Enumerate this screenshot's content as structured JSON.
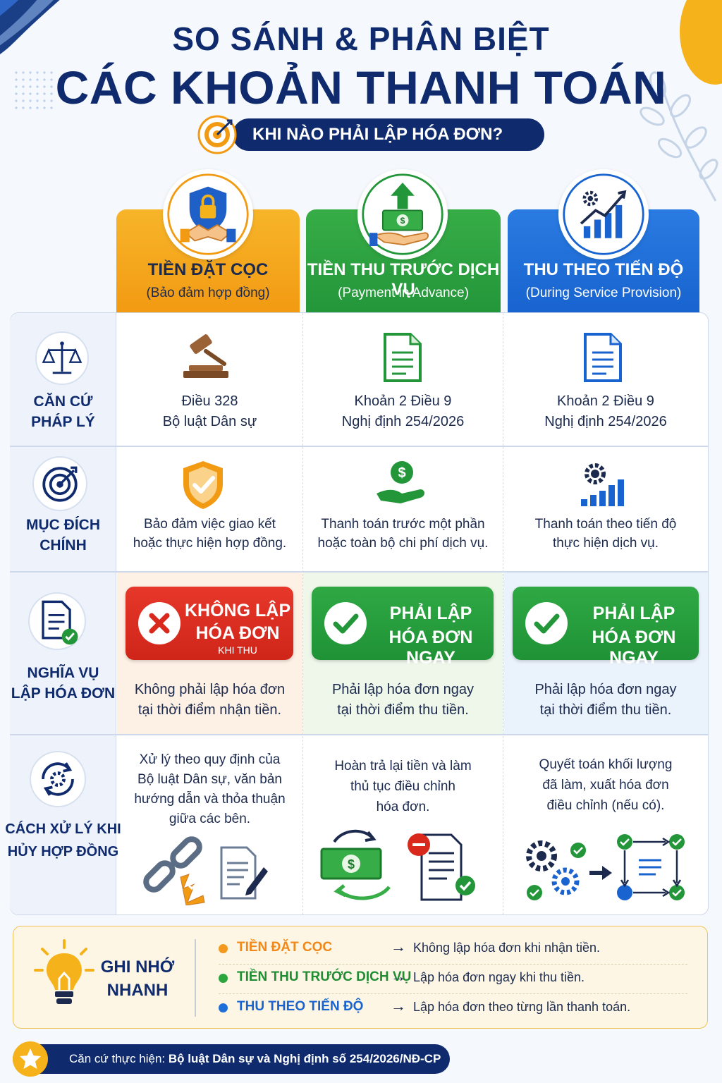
{
  "header": {
    "title_line1": "SO SÁNH & PHÂN BIỆT",
    "title_line2": "CÁC KHOẢN THANH TOÁN",
    "subtitle": "KHI NÀO PHẢI LẬP HÓA ĐƠN?"
  },
  "columns": [
    {
      "title": "TIỀN ĐẶT CỌC",
      "subtitle": "(Bảo đảm hợp đồng)",
      "icon": "shield-lock-handshake-icon"
    },
    {
      "title": "TIỀN THU TRƯỚC DỊCH VỤ",
      "subtitle": "(Payment in Advance)",
      "icon": "money-hand-arrow-icon"
    },
    {
      "title": "THU THEO TIẾN ĐỘ",
      "subtitle": "(During Service Provision)",
      "icon": "growth-chart-gear-icon"
    }
  ],
  "rows": {
    "legal": {
      "label_l1": "CĂN CỨ",
      "label_l2": "PHÁP LÝ",
      "c1_l1": "Điều 328",
      "c1_l2": "Bộ luật Dân sự",
      "c2_l1": "Khoản 2 Điều 9",
      "c2_l2": "Nghị định 254/2026",
      "c3_l1": "Khoản 2 Điều 9",
      "c3_l2": "Nghị định 254/2026"
    },
    "purpose": {
      "label_l1": "MỤC ĐÍCH",
      "label_l2": "CHÍNH",
      "c1_l1": "Bảo đảm việc giao kết",
      "c1_l2": "hoặc thực hiện hợp đồng.",
      "c2_l1": "Thanh toán trước một phần",
      "c2_l2": "hoặc toàn bộ chi phí dịch vụ.",
      "c3_l1": "Thanh toán theo tiến độ",
      "c3_l2": "thực hiện dịch vụ."
    },
    "obligation": {
      "label_l1": "NGHĨA VỤ",
      "label_l2": "LẬP HÓA ĐƠN",
      "b1_l1": "KHÔNG LẬP",
      "b1_l2": "HÓA ĐƠN",
      "b1_l3": "KHI THU",
      "b2_l1": "PHẢI LẬP",
      "b2_l2": "HÓA ĐƠN NGAY",
      "b3_l1": "PHẢI LẬP",
      "b3_l2": "HÓA ĐƠN NGAY",
      "c1_l1": "Không phải lập hóa đơn",
      "c1_l2": "tại thời điểm nhận tiền.",
      "c2_l1": "Phải lập hóa đơn ngay",
      "c2_l2": "tại thời điểm thu tiền.",
      "c3_l1": "Phải lập hóa đơn ngay",
      "c3_l2": "tại thời điểm thu tiền."
    },
    "cancel": {
      "label_l1": "CÁCH XỬ LÝ KHI",
      "label_l2": "HỦY HỢP ĐỒNG",
      "c1_l1": "Xử lý theo quy định của",
      "c1_l2": "Bộ luật Dân sự, văn bản",
      "c1_l3": "hướng dẫn và thỏa thuận",
      "c1_l4": "giữa các bên.",
      "c2_l1": "Hoàn trả lại tiền và làm",
      "c2_l2": "thủ tục điều chỉnh",
      "c2_l3": "hóa đơn.",
      "c3_l1": "Quyết toán khối lượng",
      "c3_l2": "đã làm, xuất hóa đơn",
      "c3_l3": "điều chỉnh (nếu có)."
    }
  },
  "remember": {
    "title_l1": "GHI NHỚ",
    "title_l2": "NHANH",
    "items": [
      {
        "key": "TIỀN ĐẶT CỌC",
        "value": "Không lập hóa đơn khi nhận tiền.",
        "color": "#f39a1e"
      },
      {
        "key": "TIỀN THU TRƯỚC DỊCH VỤ",
        "value": "Lập hóa đơn ngay khi thu tiền.",
        "color": "#2aa63c"
      },
      {
        "key": "THU THEO TIẾN ĐỘ",
        "value": "Lập hóa đơn theo từng lần thanh toán.",
        "color": "#1f6fd8"
      }
    ],
    "arrow": "→"
  },
  "footer": {
    "prefix": "Căn cứ thực hiện: ",
    "text": "Bộ luật Dân sự và Nghị định số 254/2026/NĐ-CP"
  },
  "colors": {
    "navy": "#0f2b6e",
    "orange": "#f29a12",
    "green": "#23963a",
    "blue": "#1863cf",
    "red": "#d9281c"
  }
}
